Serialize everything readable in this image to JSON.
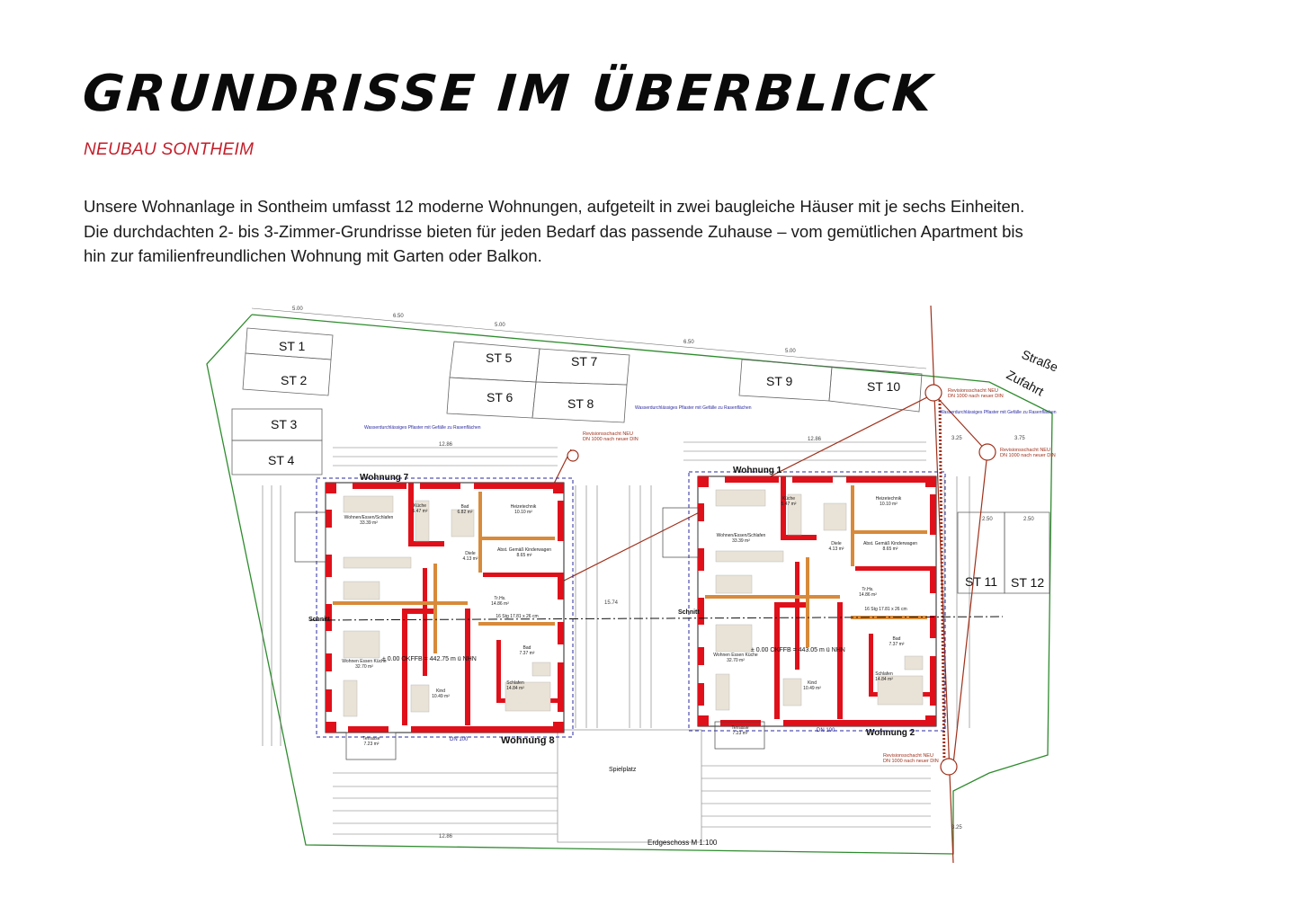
{
  "header": {
    "title": "GRUNDRISSE IM ÜBERBLICK",
    "subtitle": "NEUBAU SONTHEIM"
  },
  "intro": {
    "lines": [
      "Unsere Wohnanlage in Sontheim umfasst 12 moderne Wohnungen, aufgeteilt in zwei baugleiche Häuser mit je sechs Einheiten.",
      "Die durchdachten 2- bis 3-Zimmer-Grundrisse bieten für jeden Bedarf das passende Zuhause – vom gemütlichen Apartment bis",
      "hin zur familienfreundlichen Wohnung mit Garten oder Balkon."
    ]
  },
  "plan": {
    "parking": [
      "ST 1",
      "ST 2",
      "ST 3",
      "ST 4",
      "ST 5",
      "ST 6",
      "ST 7",
      "ST 8",
      "ST 9",
      "ST 10",
      "ST 11",
      "ST 12"
    ],
    "apartments": [
      "Wohnung 7",
      "Wohnung 8",
      "Wohnung 1",
      "Wohnung 2"
    ],
    "street": "Straße",
    "driveway": "Zufahrt",
    "playground": "Spielplatz",
    "section": "Schnitt",
    "scale_caption": "Erdgeschoss M 1:100",
    "manhole_line1": "Revisionsschacht NEU",
    "manhole_line2": "DN 1000 nach neuer DIN",
    "paving_note": "Wasserdurchlässiges Pflaster mit Gefälle zu Rasenflächen",
    "level_a": "± 0.00 OKFFB = 442.75 m ü NHN",
    "level_b": "± 0.00 OKFFB = 443.05 m ü NHN",
    "dn": "DN 100",
    "rooms": {
      "wohnen_schlafen": "Wohnen/Essen/Schlafen",
      "wohnen_schlafen_area": "33.39 m²",
      "kueche": "Küche",
      "kueche_area": "5.47 m²",
      "bad_top": "Bad",
      "bad_top_area": "6.82 m²",
      "heiz": "Heizetechnik",
      "heiz_area": "10.10 m²",
      "diele": "Diele",
      "diele_area": "4.13 m²",
      "abst": "Abst. Gemäß Kinderwagen",
      "abst_area": "8.65 m²",
      "trhs": "Tr.Hs.",
      "trhs_area": "14.86 m²",
      "stairs": "16 Stg 17.81 x 26 cm",
      "wohnen_kueche": "Wohnen Essen Küche",
      "wohnen_kueche_area": "32.70 m²",
      "kind": "Kind",
      "kind_area": "10.49 m²",
      "schlafen": "Schlafen",
      "schlafen_area": "14.84 m²",
      "bad_bottom": "Bad",
      "bad_bottom_area": "7.37 m²",
      "terrasse": "Terrasse",
      "terrasse_area": "7.23 m²"
    },
    "dimensions": [
      "5.00",
      "6.50",
      "5.00",
      "6.50",
      "5.00",
      "12.86",
      "12.86",
      "3.25",
      "3.75",
      "2.50",
      "2.50",
      "12.86",
      "3.25",
      "15.74"
    ],
    "colors": {
      "wall": "#e0101a",
      "boundary": "#2e8b2e",
      "pipe": "#a0301a",
      "dimension": "#555555",
      "annotation": "#2a2aa0"
    }
  }
}
